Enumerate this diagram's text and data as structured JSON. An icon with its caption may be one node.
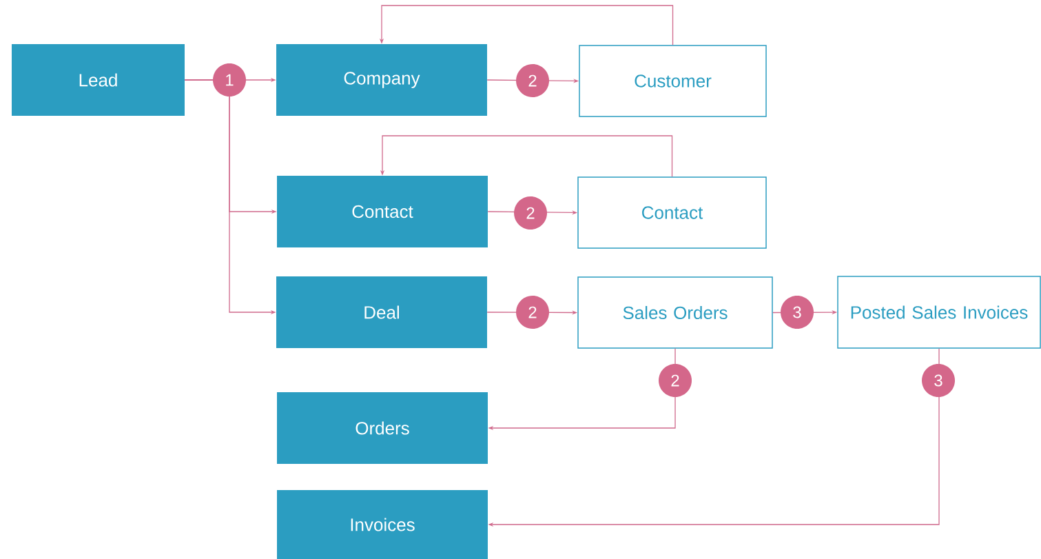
{
  "diagram": {
    "nodes": [
      {
        "text": [
          "Lead"
        ]
      },
      {
        "text": [
          "Company"
        ]
      },
      {
        "text": [
          "Customer"
        ]
      },
      {
        "text": [
          "Contact"
        ]
      },
      {
        "text": [
          "Contact"
        ]
      },
      {
        "text": [
          "Deal"
        ]
      },
      {
        "text": [
          "Sales Orders"
        ]
      },
      {
        "text": [
          "Posted Sales Invoices"
        ]
      },
      {
        "text": [
          "Orders"
        ]
      },
      {
        "text": [
          "Invoices"
        ]
      }
    ],
    "edges": [
      {
        "from": 0,
        "to": 1,
        "arrow": "to",
        "label": "1"
      },
      {
        "from": 0,
        "to": 3,
        "arrow": "to"
      },
      {
        "from": 0,
        "to": 5,
        "arrow": "to"
      },
      {
        "from": 1,
        "to": 2,
        "arrow": "to",
        "label": "2"
      },
      {
        "from": 2,
        "to": 1,
        "arrow": "to"
      },
      {
        "from": 3,
        "to": 4,
        "arrow": "to",
        "label": "2"
      },
      {
        "from": 4,
        "to": 3,
        "arrow": "to"
      },
      {
        "from": 5,
        "to": 6,
        "arrow": "to",
        "label": "2"
      },
      {
        "from": 6,
        "to": 7,
        "arrow": "to",
        "label": "3"
      },
      {
        "from": 6,
        "to": 8,
        "arrow": "to",
        "label": "2"
      },
      {
        "from": 7,
        "to": 9,
        "arrow": "to",
        "label": "3"
      }
    ]
  }
}
